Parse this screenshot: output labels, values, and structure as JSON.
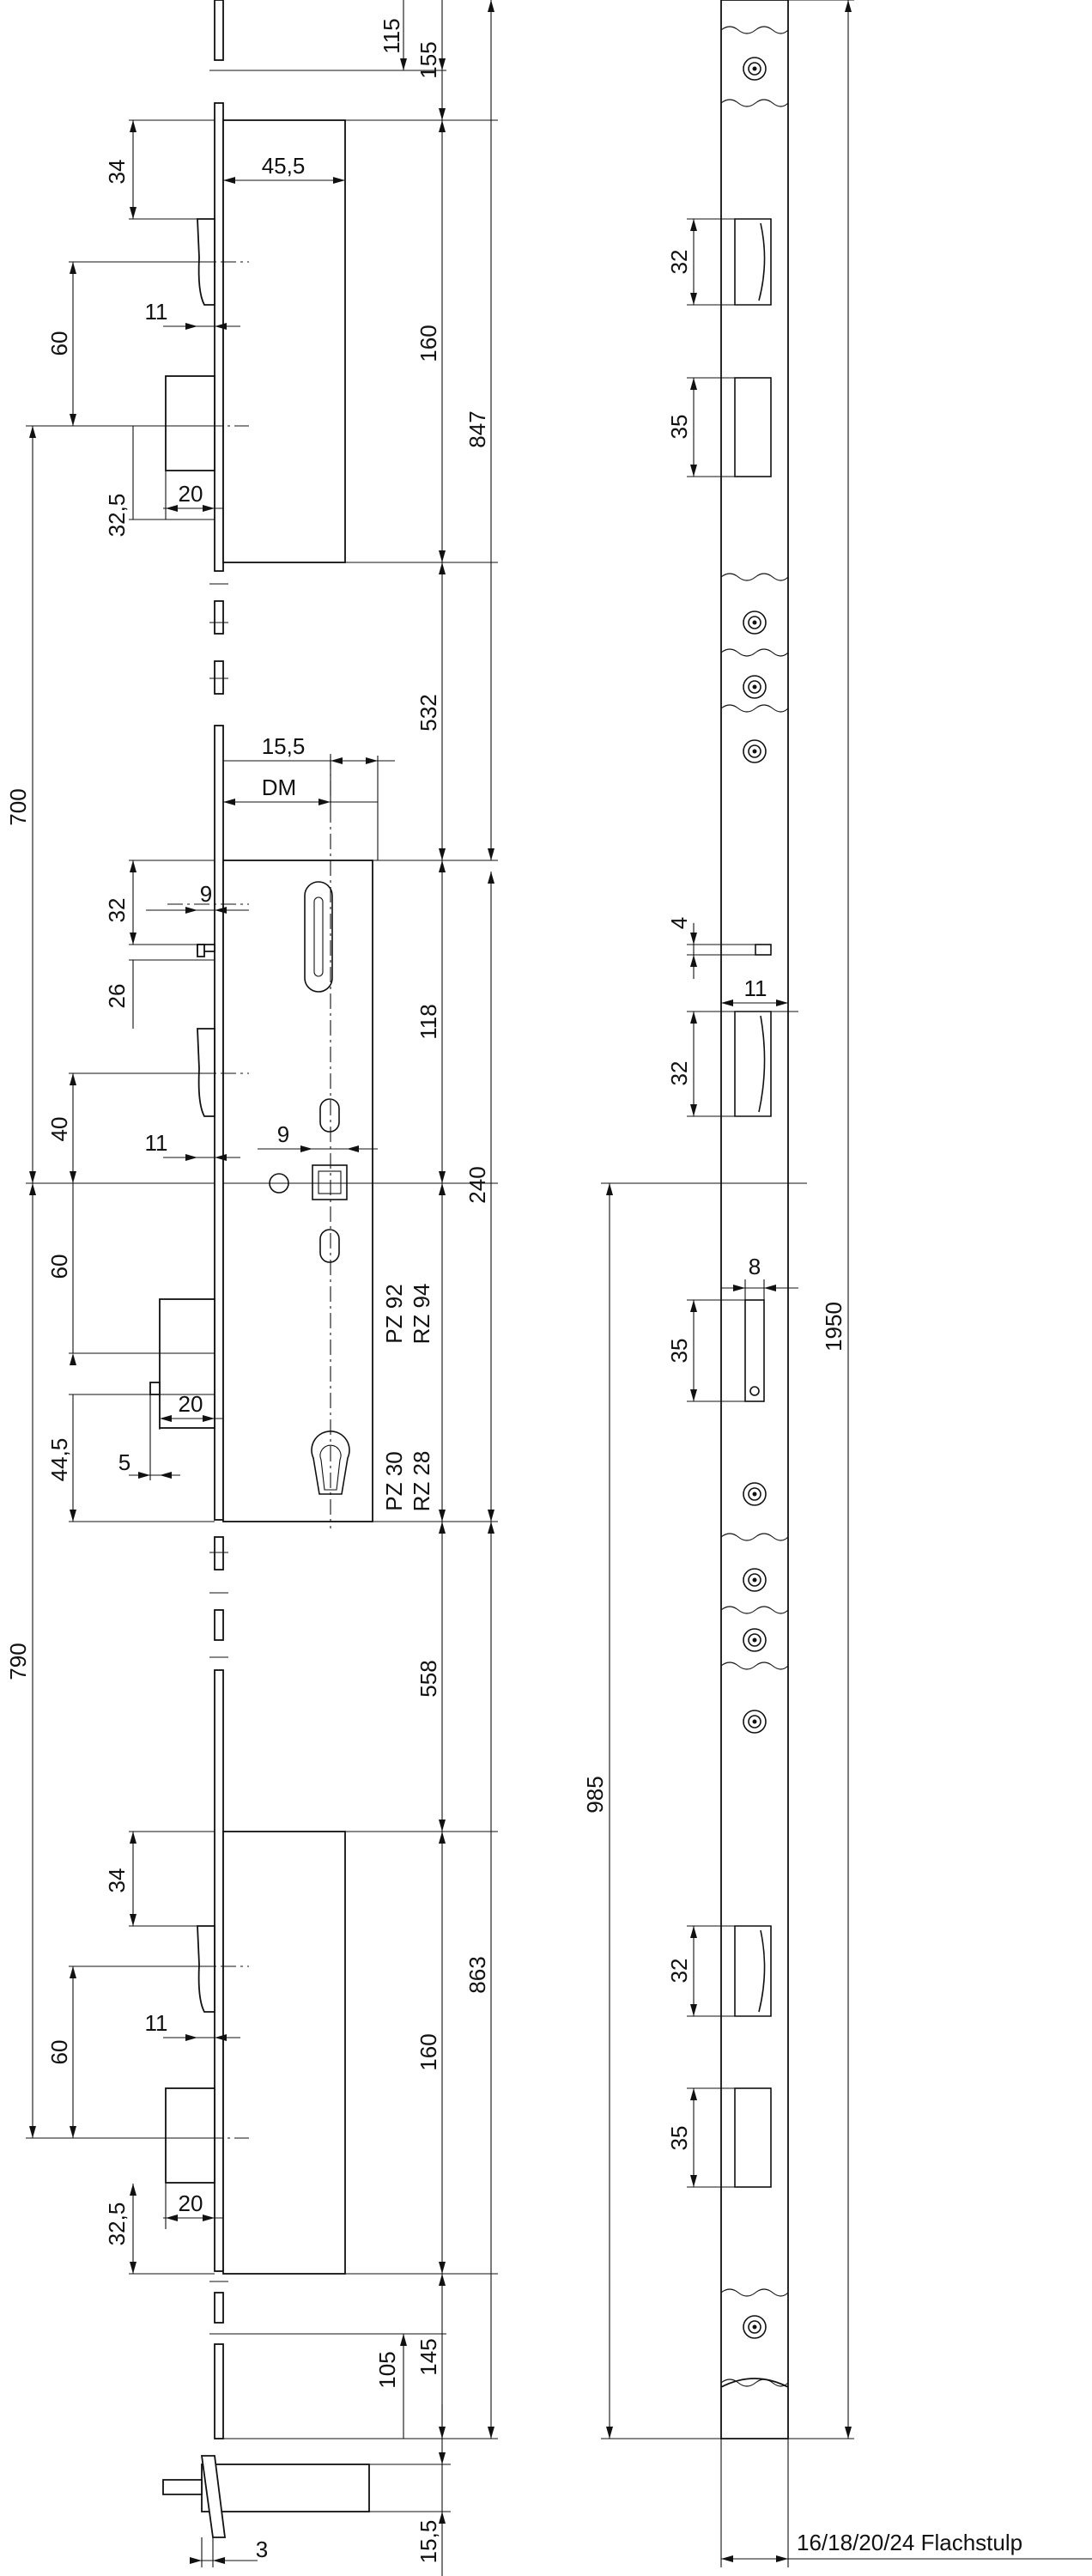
{
  "front_view": {
    "top": {
      "d115": "115",
      "d155": "155",
      "d847": "847",
      "d34": "34",
      "d45_5": "45,5",
      "d60": "60",
      "d11": "11",
      "d160": "160",
      "d32_5": "32,5",
      "d20": "20"
    },
    "middle": {
      "d532": "532",
      "d15_5": "15,5",
      "dm": "DM",
      "d32": "32",
      "d9": "9",
      "d26": "26",
      "d118": "118",
      "d40": "40",
      "d11": "11",
      "d9b": "9",
      "d240": "240",
      "d60": "60",
      "pz92": "PZ 92",
      "rz94": "RZ 94",
      "d20": "20",
      "d44_5": "44,5",
      "d5": "5",
      "pz30": "PZ 30",
      "rz28": "RZ 28"
    },
    "left_chain": {
      "d700": "700",
      "d790": "790"
    },
    "bottom": {
      "d558": "558",
      "d863": "863",
      "d34": "34",
      "d60": "60",
      "d11": "11",
      "d160": "160",
      "d32_5": "32,5",
      "d20": "20",
      "d145": "145",
      "d105": "105"
    },
    "side": {
      "d3": "3",
      "d15_5": "15,5"
    }
  },
  "faceplate_view": {
    "d32a": "32",
    "d35a": "35",
    "d4": "4",
    "d11": "11",
    "d32b": "32",
    "d8": "8",
    "d35b": "35",
    "d32c": "32",
    "d35c": "35",
    "d985": "985",
    "d1950": "1950",
    "note": "16/18/20/24 Flachstulp"
  }
}
